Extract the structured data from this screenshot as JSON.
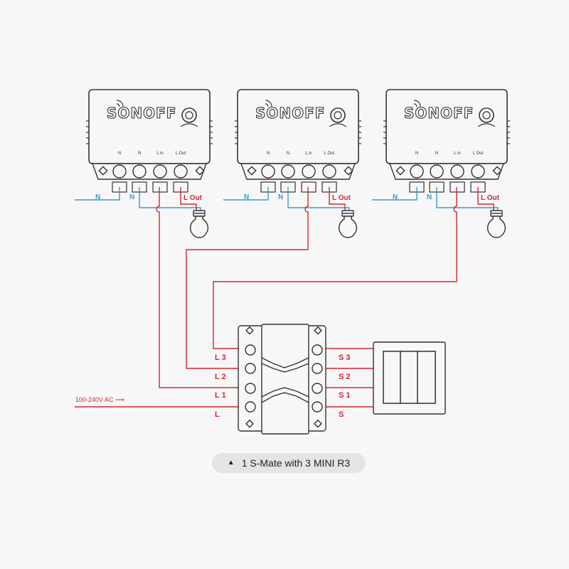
{
  "modules": [
    {
      "brand": "SONOFF",
      "terminals": [
        "N",
        "N",
        "L in",
        "L Out"
      ],
      "n_in": "N",
      "n_out": "N",
      "l_out": "L Out"
    },
    {
      "brand": "SONOFF",
      "terminals": [
        "N",
        "N",
        "L in",
        "L Out"
      ],
      "n_in": "N",
      "n_out": "N",
      "l_out": "L Out"
    },
    {
      "brand": "SONOFF",
      "terminals": [
        "N",
        "N",
        "L in",
        "L Out"
      ],
      "n_in": "N",
      "n_out": "N",
      "l_out": "L Out"
    }
  ],
  "smate": {
    "left_labels": [
      "L 3",
      "L 2",
      "L 1",
      "L"
    ],
    "right_labels": [
      "S 3",
      "S 2",
      "S 1",
      "S"
    ]
  },
  "supply_label": "100-240V AC ⟶",
  "caption": {
    "icon": "triangle-up-icon",
    "text": "1 S-Mate with 3 MINI R3"
  },
  "colors": {
    "live": "#d7262e",
    "neutral": "#3b9ad0",
    "outline": "#333333",
    "background": "#f7f7f7"
  }
}
